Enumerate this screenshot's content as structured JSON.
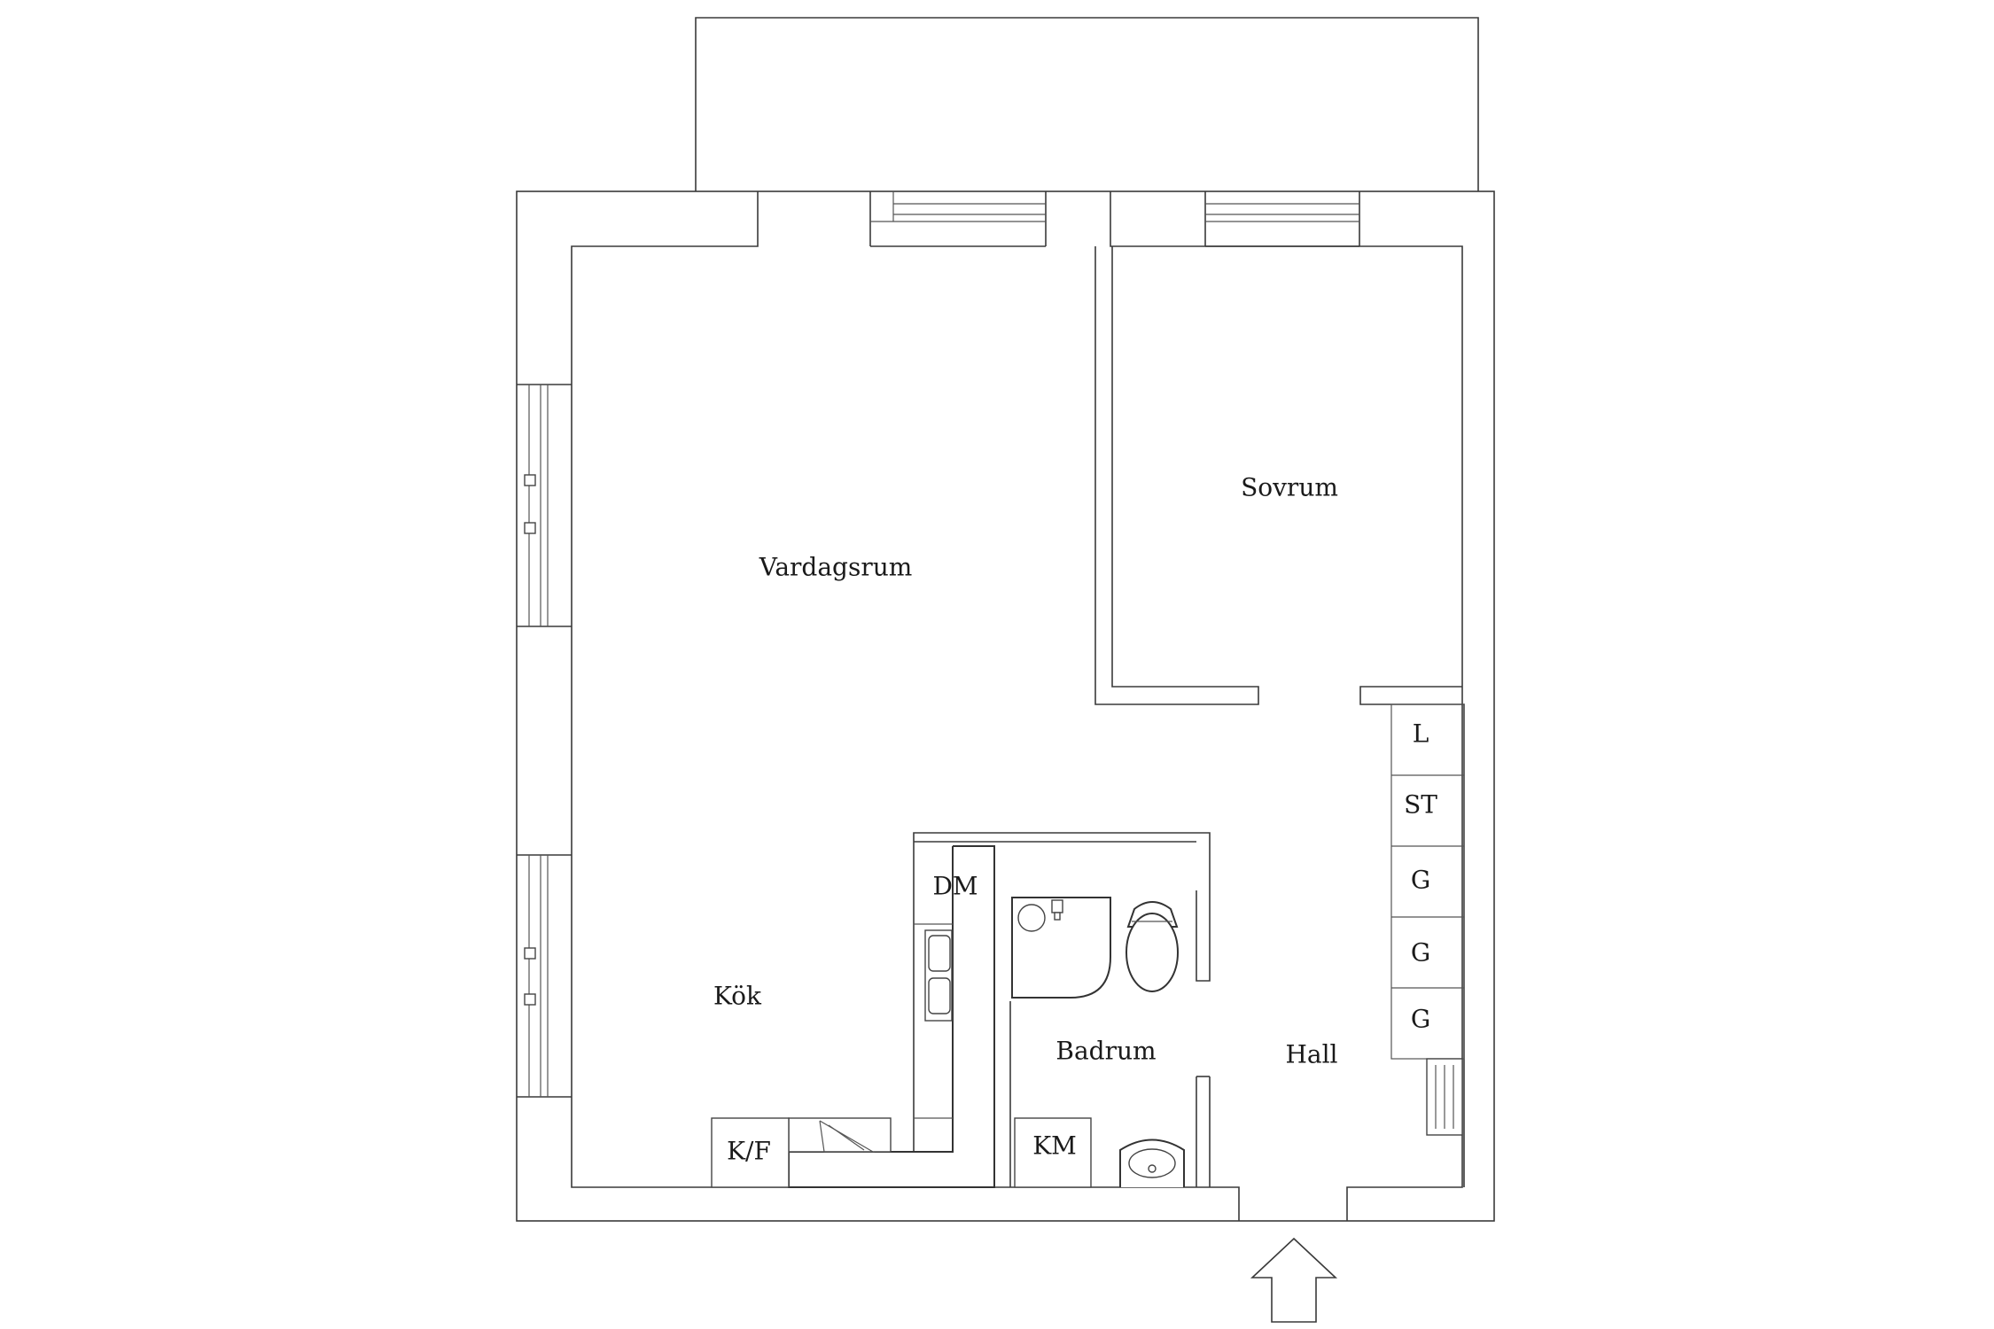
{
  "rooms": {
    "vardagsrum": "Vardagsrum",
    "sovrum": "Sovrum",
    "kok": "Kök",
    "badrum": "Badrum",
    "hall": "Hall"
  },
  "fixtures": {
    "dm": "DM",
    "kf": "K/F",
    "km": "KM"
  },
  "storage": [
    "L",
    "ST",
    "G",
    "G",
    "G"
  ],
  "colors": {
    "line": "#3a3a3a",
    "background": "#ffffff"
  }
}
